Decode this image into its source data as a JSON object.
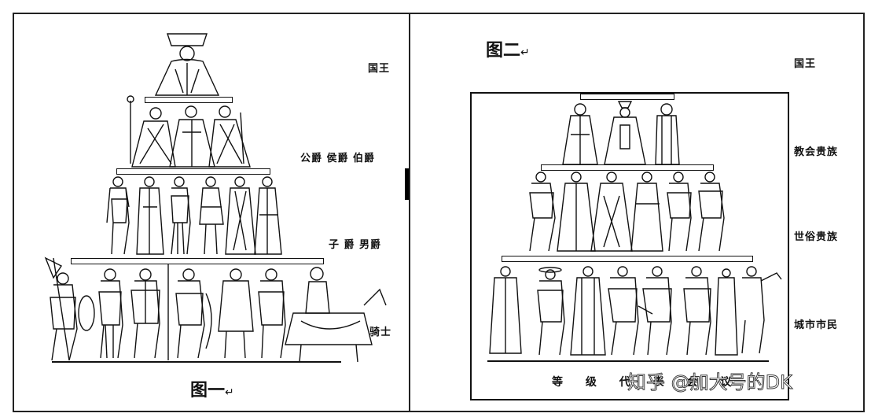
{
  "left": {
    "caption": "图一",
    "caption_mark": "↵",
    "labels": {
      "king": "国王",
      "dukes": "公爵 侯爵 伯爵",
      "viscounts": "子 爵 男爵",
      "knights": "骑士"
    }
  },
  "right": {
    "caption": "图二",
    "caption_mark": "↵",
    "labels": {
      "king": "国王",
      "clergy": "教会贵族",
      "secular": "世俗贵族",
      "citizens": "城市市民"
    },
    "bottom_text": "等 级 代 表 会 议"
  },
  "watermark": "知乎 @加大号的DK",
  "icons": {
    "arrow": "arrow-right-icon"
  }
}
